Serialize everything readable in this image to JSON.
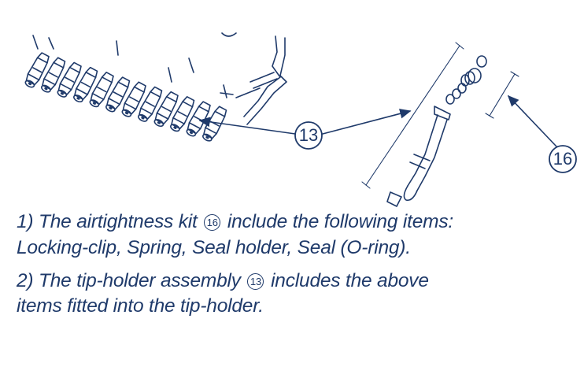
{
  "callouts": {
    "tip_holder": "13",
    "airtightness_kit": "16"
  },
  "text": {
    "line1_pre": "1) The airtightness kit",
    "line1_ref": "16",
    "line1_post": "include the following items:",
    "line2": "Locking-clip, Spring, Seal holder, Seal (O-ring).",
    "line3_pre": "2) The tip-holder assembly",
    "line3_ref": "13",
    "line3_post": "includes the above",
    "line4": "items fitted into the tip-holder."
  },
  "colors": {
    "ink": "#1f3a6a",
    "background": "#ffffff"
  }
}
